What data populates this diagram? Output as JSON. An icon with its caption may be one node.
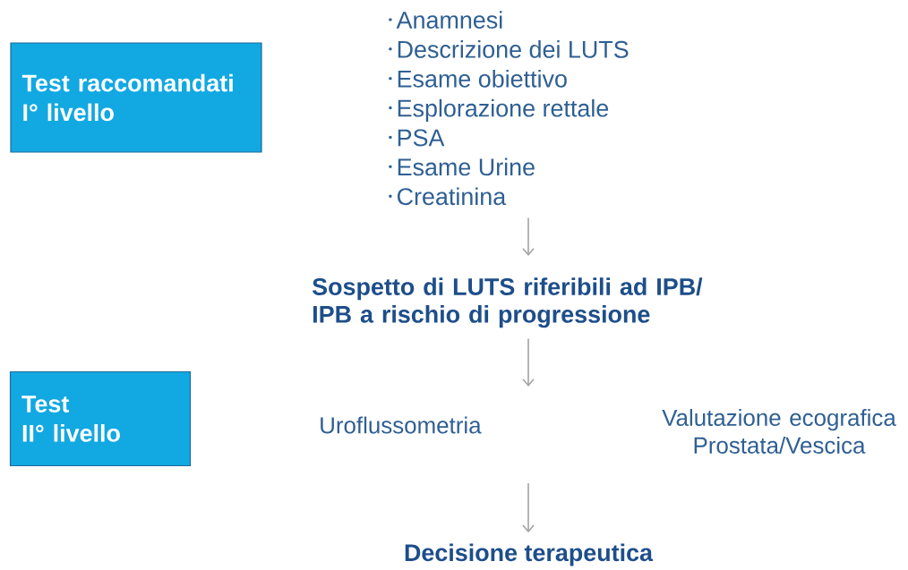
{
  "diagram": {
    "nodes": [
      {
        "text": [
          "Test raccomandati",
          "I° livello"
        ]
      },
      {
        "text": [
          "Anamnesi",
          "Descrizione dei LUTS",
          "Esame obiettivo",
          "Esplorazione rettale",
          "PSA",
          "Esame Urine",
          "Creatinina"
        ]
      },
      {
        "text": [
          "Sospetto di LUTS riferibili ad IPB/ IPB a rischio di progressione"
        ]
      },
      {
        "text": [
          "Test",
          "II° livello"
        ]
      },
      {
        "text": [
          "Uroflussometria"
        ]
      },
      {
        "text": [
          "Valutazione ecografica Prostata/Vescica"
        ]
      },
      {
        "text": [
          "Decisione terapeutica"
        ]
      }
    ],
    "edges": [
      {
        "from": 1,
        "to": 2,
        "arrow": "to"
      },
      {
        "from": 2,
        "to": null,
        "arrow": "to"
      },
      {
        "from": null,
        "to": 6,
        "arrow": "to"
      }
    ]
  }
}
